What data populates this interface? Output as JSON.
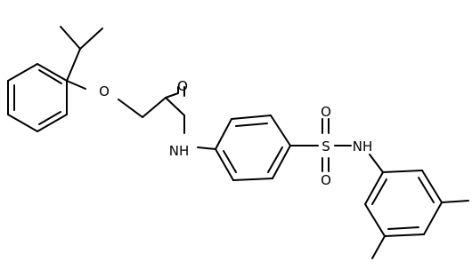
{
  "molecule": {
    "atom_labels": {
      "ether_oxygen": "O",
      "carbonyl_oxygen": "O",
      "amide_nh": "NH",
      "sulfonyl_s": "S",
      "sulfonyl_o_top": "O",
      "sulfonyl_o_bottom": "O",
      "sulfonamide_nh": "NH"
    },
    "colors": {
      "bond": "#000000",
      "label": "#000000",
      "background": "#ffffff"
    }
  }
}
